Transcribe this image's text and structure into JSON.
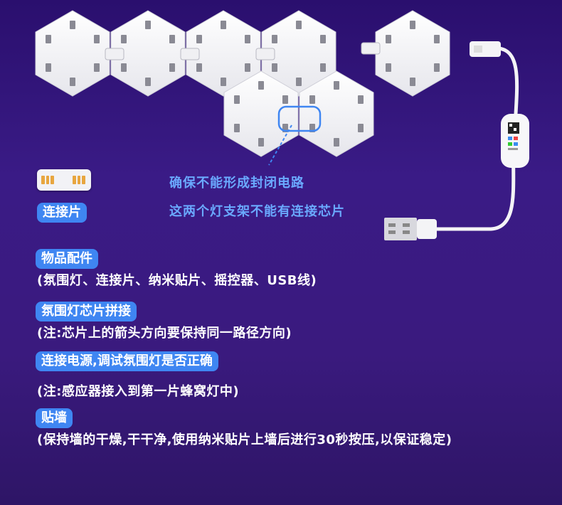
{
  "notes": {
    "warning": "确保不能形成封闭电路",
    "warning2": "这两个灯支架不能有连接芯片"
  },
  "connector_label": "连接片",
  "steps": [
    {
      "title": "物品配件",
      "detail": "(氛围灯、连接片、纳米贴片、摇控器、USB线)"
    },
    {
      "title": "氛围灯芯片拼接",
      "detail": "(注:芯片上的箭头方向要保持同一路径方向)"
    },
    {
      "title": "连接电源,调试氛围灯是否正确",
      "detail": "(注:感应器接入到第一片蜂窝灯中)"
    },
    {
      "title": "贴墙",
      "detail": "(保持墙的干燥,干干净,使用纳米贴片上墙后进行30秒按压,以保证稳定)"
    }
  ],
  "colors": {
    "pill": "#3f86f2",
    "note": "#6aa9ff",
    "hex": "#f4f4f6",
    "background": "#2f1470"
  }
}
